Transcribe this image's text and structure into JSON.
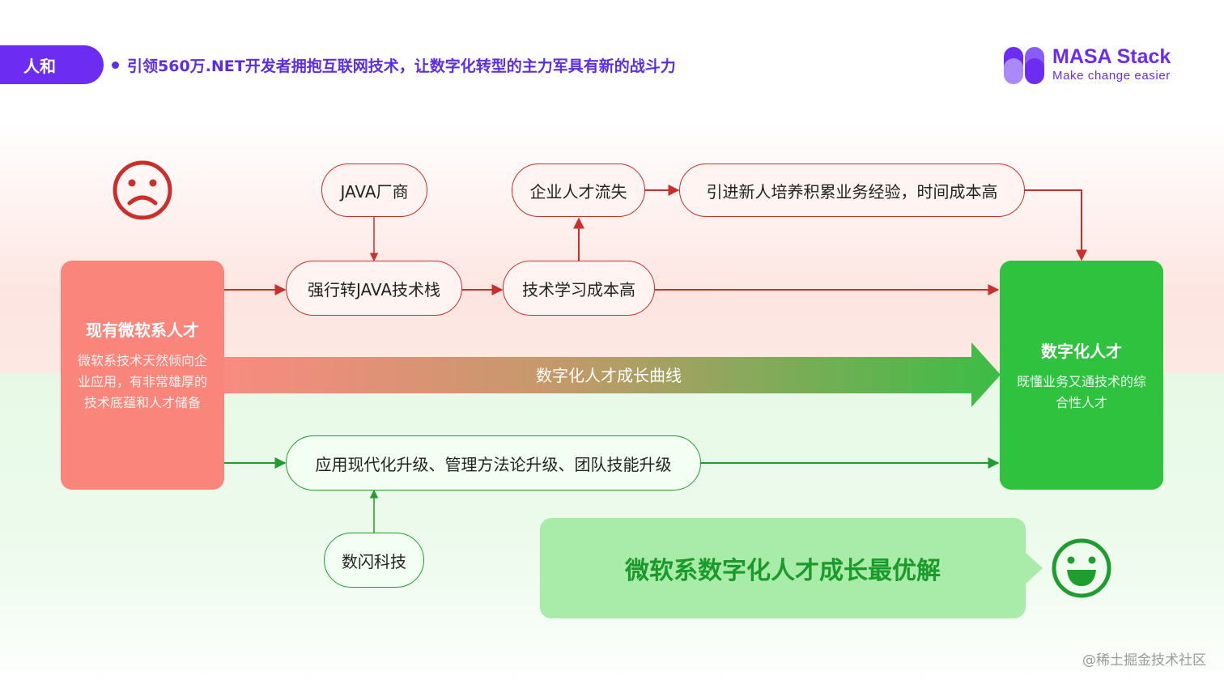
{
  "header": {
    "tag": "人和",
    "headline": "引领560万.NET开发者拥抱互联网技术，让数字化转型的主力军具有新的战斗力"
  },
  "logo": {
    "name": "MASA Stack",
    "tagline": "Make change easier",
    "icon": "masa-logo-icon"
  },
  "colors": {
    "brand": "#6c2cf2",
    "negative": "#c9302c",
    "negative_box": "#fa857b",
    "positive": "#1f9d2e",
    "positive_box": "#2fc23f",
    "callout": "#a9eba8"
  },
  "left_box": {
    "title": "现有微软系人才",
    "desc": "微软系技术天然倾向企业应用，有非常雄厚的技术底蕴和人才储备"
  },
  "right_box": {
    "title": "数字化人才",
    "desc": "既懂业务又通技术的综合性人才"
  },
  "red_path": {
    "vendor": "JAVA厂商",
    "switch": "强行转JAVA技术栈",
    "cost": "技术学习成本高",
    "loss": "企业人才流失",
    "new_hire": "引进新人培养积累业务经验，时间成本高"
  },
  "green_path": {
    "upgrade": "应用现代化升级、管理方法论升级、团队技能升级",
    "company": "数闪科技"
  },
  "growth_band": "数字化人才成长曲线",
  "callout": "微软系数字化人才成长最优解",
  "icons": {
    "sad": "sad-face-icon",
    "happy": "happy-face-icon"
  },
  "watermark": "@稀土掘金技术社区"
}
